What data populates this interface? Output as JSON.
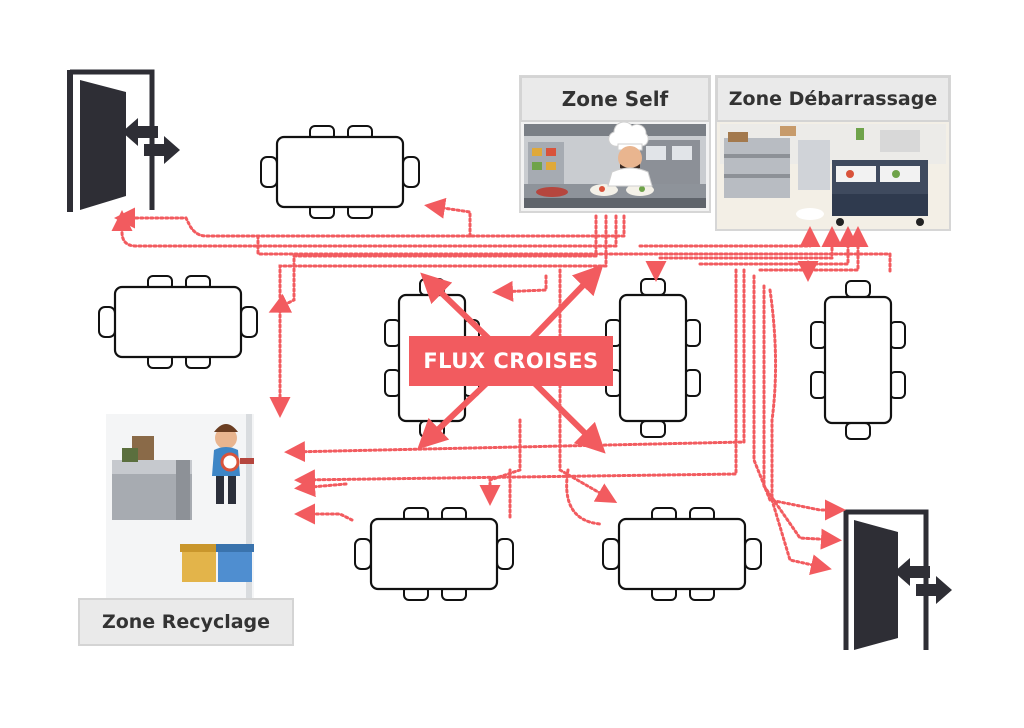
{
  "zones": {
    "self": "Zone Self",
    "debarrassage": "Zone Débarrassage",
    "recyclage": "Zone Recyclage"
  },
  "banner": {
    "text": "FLUX CROISES"
  },
  "icons": {
    "door": "door-icon",
    "swap_arrows": "swap-arrows-icon",
    "chef": "chef-icon",
    "person": "person-icon",
    "bins": "recycling-bins-icon"
  },
  "colors": {
    "flow": "#f25b5f",
    "door": "#2e2e35",
    "table_stroke": "#111111",
    "label_bg": "#eaeaea"
  }
}
